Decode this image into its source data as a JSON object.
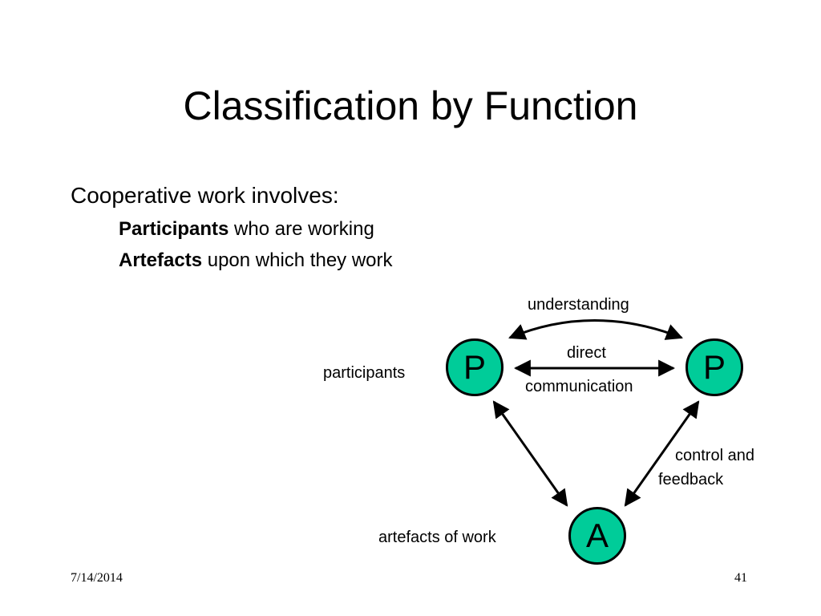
{
  "slide": {
    "title": "Classification by Function",
    "intro": "Cooperative work involves:",
    "items": [
      {
        "bold": "Participants",
        "rest": " who are working"
      },
      {
        "bold": "Artefacts",
        "rest": " upon which they work"
      }
    ]
  },
  "diagram": {
    "nodes": [
      {
        "label": "P",
        "role": "participant"
      },
      {
        "label": "P",
        "role": "participant"
      },
      {
        "label": "A",
        "role": "artefact"
      }
    ],
    "node_color": "#00cc99",
    "labels": {
      "understanding": "understanding",
      "direct": "direct",
      "communication": "communication",
      "participants": "participants",
      "control_line1": "control and",
      "control_line2": "feedback",
      "artefacts": "artefacts of work"
    }
  },
  "footer": {
    "date": "7/14/2014",
    "page": "41"
  }
}
